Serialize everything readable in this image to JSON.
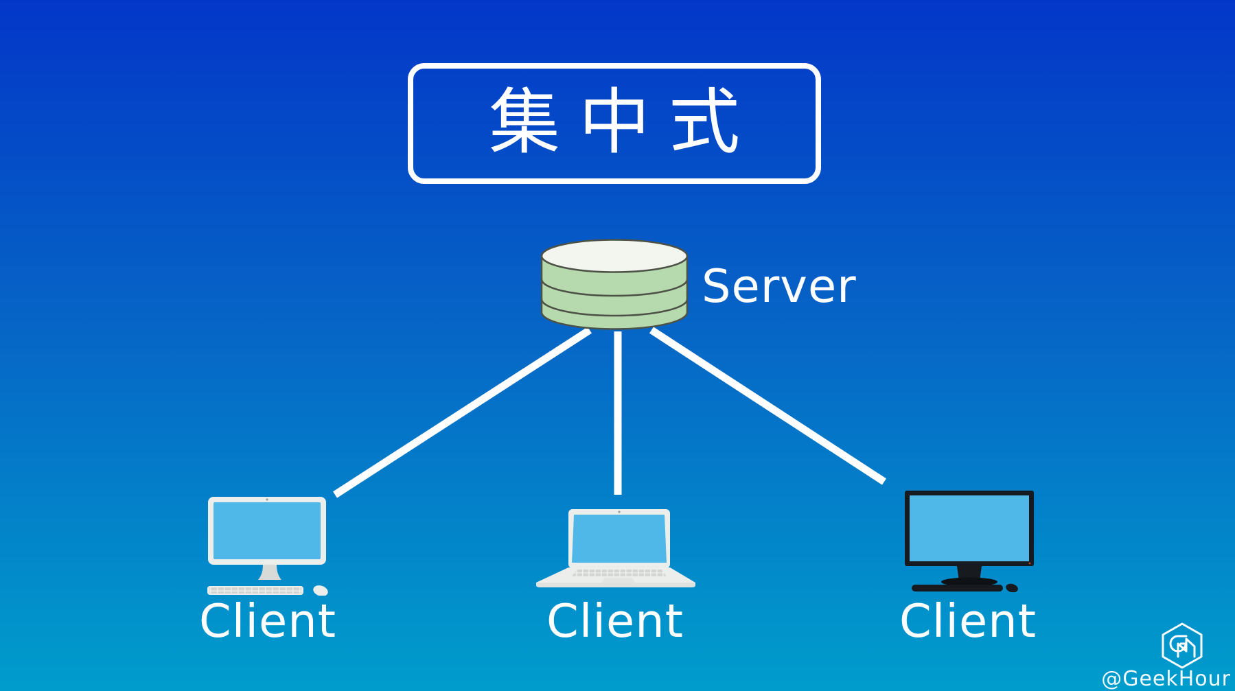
{
  "theme": {
    "bg_top": "#0337c8",
    "bg_mid": "#0666c6",
    "bg_bottom": "#009dcc",
    "line": "#ffffff",
    "text": "#ffffff",
    "screen": "#4fb8e8",
    "server_body": "#b7d9ae",
    "server_top": "#f3f5ef",
    "server_stroke": "#4d5247",
    "light_device": "#eceeec",
    "light_device_detail": "#d8dad8",
    "key": "#d3d5d2",
    "dark_device": "#171a1e",
    "dark_device_base": "#0e1116"
  },
  "title": {
    "label": "集中式"
  },
  "server": {
    "label": "Server",
    "icon": "database-cylinder-icon"
  },
  "clients": [
    {
      "label": "Client",
      "icon": "imac-desktop-icon"
    },
    {
      "label": "Client",
      "icon": "laptop-icon"
    },
    {
      "label": "Client",
      "icon": "desktop-monitor-icon"
    }
  ],
  "watermark": {
    "handle": "@GeekHour",
    "icon": "geekhour-hexagon-logo-icon"
  }
}
